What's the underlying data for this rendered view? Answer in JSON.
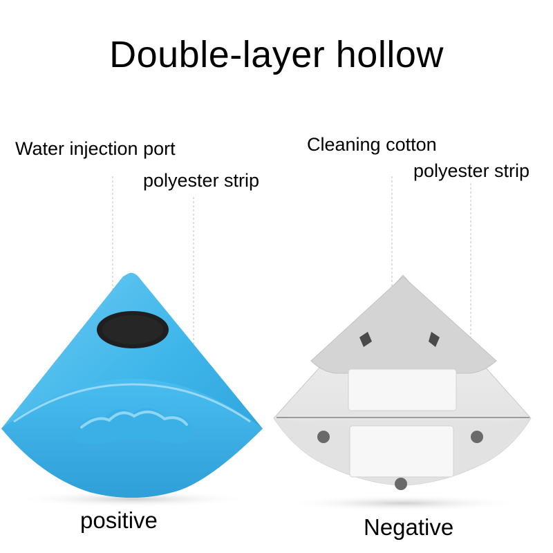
{
  "title": "Double-layer hollow",
  "labels": {
    "water_injection_port": "Water injection port",
    "polyester_strip_left": "polyester strip",
    "cleaning_cotton": "Cleaning cotton",
    "polyester_strip_right": "polyester strip"
  },
  "captions": {
    "positive": "positive",
    "negative": "Negative"
  },
  "colors": {
    "blue_body": "#3fb6ea",
    "blue_light": "#8fd6f5",
    "white_body": "#e8e8e8",
    "cotton": "#d6d6d6",
    "port": "#222222"
  }
}
